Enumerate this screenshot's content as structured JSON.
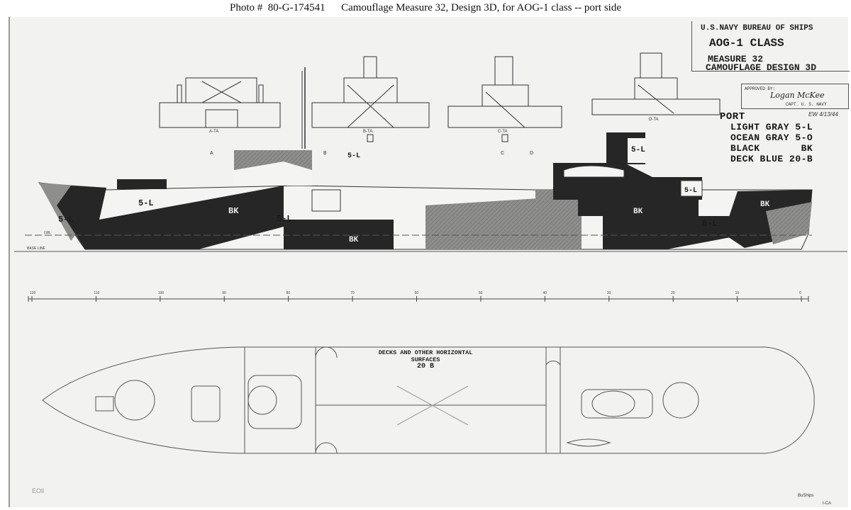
{
  "caption": "Photo #  80-G-174541      Camouflage Measure 32, Design 3D, for AOG-1 class -- port side",
  "title_block": {
    "line1": "U.S.NAVY BUREAU OF SHIPS",
    "line2": "AOG-1 CLASS",
    "line3": "MEASURE  32",
    "line4": "CAMOUFLAGE DESIGN 3D"
  },
  "approval": {
    "label": "APPROVED BY:",
    "signature": "Logan McKee",
    "rank": "CAPT. U. S. NAVY",
    "initials": "EW 4/13/44"
  },
  "legend": {
    "heading": "PORT",
    "items": [
      "LIGHT GRAY 5-L",
      "OCEAN GRAY 5-O",
      "BLACK       BK",
      "DECK BLUE 20-B"
    ]
  },
  "sections": [
    "A-TA",
    "B-TA",
    "C-TA",
    "D-TA"
  ],
  "section_markers": [
    "A",
    "B",
    "C",
    "D"
  ],
  "profile_labels": {
    "light_gray": "5-L",
    "black": "BK"
  },
  "waterline_labels": [
    "LWL",
    "BASE LINE"
  ],
  "scale_ticks": [
    "0",
    "10",
    "20",
    "30",
    "40",
    "50",
    "60",
    "70",
    "80",
    "90",
    "100",
    "110",
    "120"
  ],
  "deck_note": {
    "line1": "DECKS AND OTHER HORIZONTAL",
    "line2": "SURFACES",
    "line3": "20 B"
  },
  "corner_marks": [
    "EOll",
    "BuShips",
    "I-CA"
  ],
  "colors": {
    "light_gray": "#f4f4f2",
    "ocean_gray": "#8e8e8c",
    "black": "#262626",
    "paper": "#f2f2f0"
  }
}
